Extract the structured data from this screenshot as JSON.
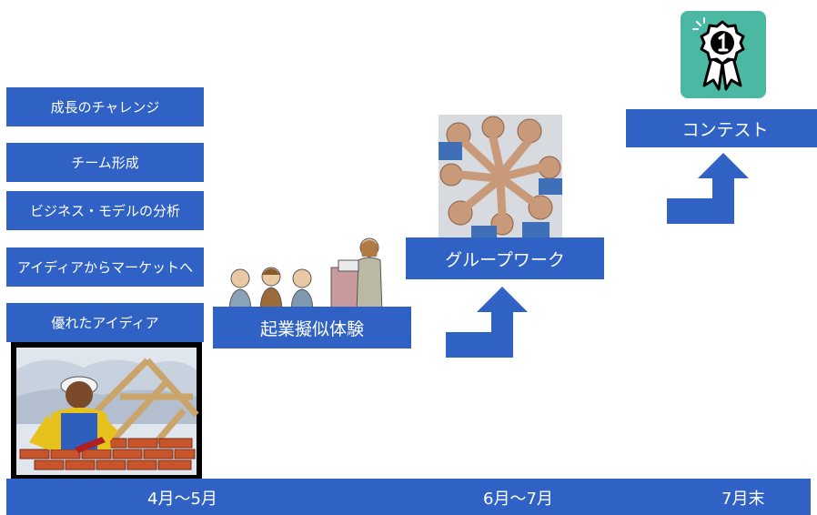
{
  "left_stack": [
    "成長のチャレンジ",
    "チーム形成",
    "ビジネス・モデルの分析",
    "アイディアからマーケットへ",
    "優れたアイディア"
  ],
  "stage1": {
    "label": "起業擬似体験"
  },
  "stage2": {
    "label": "グループワーク"
  },
  "stage3": {
    "label": "コンテスト"
  },
  "timeline": [
    "4月～5月",
    "6月～7月",
    "7月末"
  ],
  "colors": {
    "box_blue": "#2f62c4",
    "award_teal": "#4bb8a3",
    "text_white": "#ffffff"
  },
  "icons": [
    "award-ribbon-icon",
    "step-arrow-icon"
  ]
}
